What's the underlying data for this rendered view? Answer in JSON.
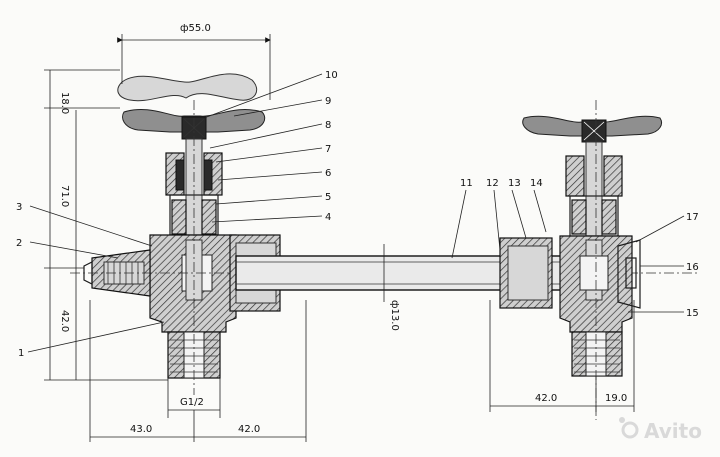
{
  "dimensions": {
    "top_width": "ф55.0",
    "handle_height": "18.0",
    "body_height": "71.0",
    "lower_height": "42.0",
    "pipe_diameter": "ф13.0",
    "thread": "G1/2",
    "left_span_a": "43.0",
    "left_span_b": "42.0",
    "right_span_a": "42.0",
    "right_span_b": "19.0"
  },
  "part_labels": [
    "1",
    "2",
    "3",
    "4",
    "5",
    "6",
    "7",
    "8",
    "9",
    "10",
    "11",
    "12",
    "13",
    "14",
    "15",
    "16",
    "17"
  ],
  "watermark": "Avito"
}
